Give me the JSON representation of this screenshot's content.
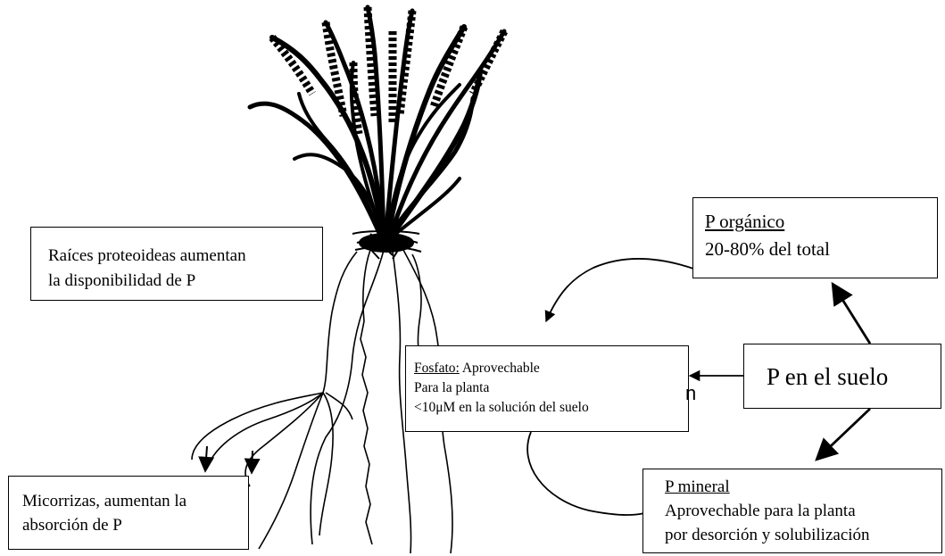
{
  "labels": {
    "proteoid": {
      "line1": "Raíces proteoideas aumentan",
      "line2": "la disponibilidad de P"
    },
    "organic": {
      "title": "P orgánico",
      "detail": "20-80% del total"
    },
    "fosfato": {
      "title": "Fosfato:",
      "title_rest": " Aprovechable",
      "line2": "Para la planta",
      "line3": "<10μM en la solución del suelo"
    },
    "suelo": {
      "text": "P en el suelo"
    },
    "mineral": {
      "title": "P mineral",
      "line2": "Aprovechable para la planta",
      "line3": "por desorción y solubilización"
    },
    "micorrizas": {
      "line1": "Micorrizas, aumentan la",
      "line2": "absorción de P"
    },
    "stray_glyph": "n"
  },
  "style": {
    "line_color": "#000000",
    "background": "#ffffff"
  }
}
